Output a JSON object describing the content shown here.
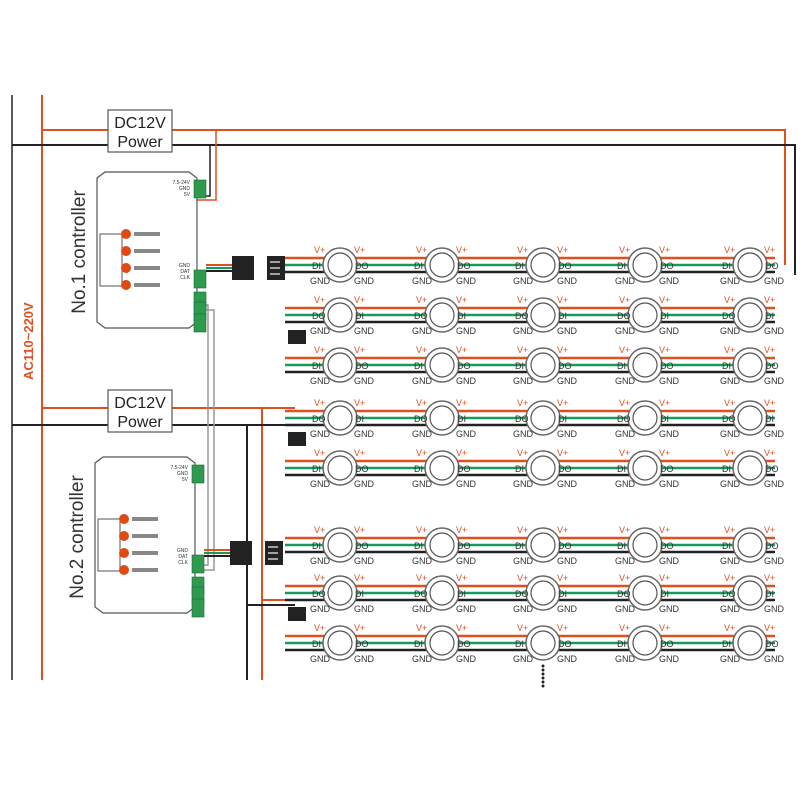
{
  "diagram": {
    "title": "LED pixel module wiring with two controllers",
    "mains_label": "AC110~220V",
    "power_supplies": [
      {
        "line1": "DC12V",
        "line2": "Power"
      },
      {
        "line1": "DC12V",
        "line2": "Power"
      }
    ],
    "controllers": [
      {
        "label": "No.1 controller",
        "port_labels": [
          "GND",
          "DAT",
          "CLK"
        ],
        "power_labels": [
          "7.5-24V",
          "GND",
          "5V"
        ]
      },
      {
        "label": "No.2 controller",
        "port_labels": [
          "GND",
          "DAT",
          "CLK"
        ],
        "power_labels": [
          "7.5-24V",
          "GND",
          "5V"
        ]
      }
    ],
    "pin_labels": {
      "vplus": "V+",
      "gnd": "GND",
      "di": "DI",
      "do": "DO"
    },
    "rows_per_group": [
      3,
      2,
      3
    ],
    "modules_per_row": 5,
    "continuation": "⋮",
    "colors": {
      "power_line": "#e0501e",
      "data_line": "#1a9a5a",
      "ground_line": "#222222",
      "clock_line": "#999999",
      "button_dot": "#e04a12",
      "terminal": "#2e9a4e"
    }
  }
}
